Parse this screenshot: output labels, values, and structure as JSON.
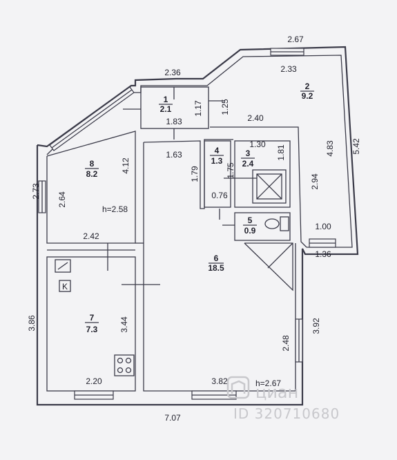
{
  "rooms": [
    {
      "number": "1",
      "area": "2.1"
    },
    {
      "number": "2",
      "area": "9.2"
    },
    {
      "number": "3",
      "area": "2.4"
    },
    {
      "number": "4",
      "area": "1.3"
    },
    {
      "number": "5",
      "area": "0.9"
    },
    {
      "number": "6",
      "area": "18.5"
    },
    {
      "number": "7",
      "area": "7.3"
    },
    {
      "number": "8",
      "area": "8.2"
    }
  ],
  "dimensions": {
    "top_right": "2.67",
    "top_room1": "2.36",
    "room2_width": "2.33",
    "room1_side_a": "1.17",
    "room1_side_b": "1.25",
    "room1_bottom": "1.83",
    "corridor_top": "2.40",
    "room4_top": "1.63",
    "room3_top": "1.30",
    "room3_side": "1.81",
    "room2_left": "2.94",
    "room2_right": "4.83",
    "outer_right": "5.42",
    "room8_right": "4.12",
    "room8_left": "2.64",
    "outer_left_top": "2.73",
    "room4_side": "1.79",
    "room3_inner": "1.75",
    "room4_bottom": "0.76",
    "room5_right": "1.00",
    "room2_bottom": "1.36",
    "room8_bottom": "2.42",
    "room7_right": "3.44",
    "outer_left_bottom": "3.86",
    "room6_right_upper": "3.92",
    "room6_right_lower": "2.48",
    "room7_bottom": "2.20",
    "room6_bottom": "3.82",
    "outer_bottom": "7.07"
  },
  "heights": {
    "room8": "h=2.58",
    "room6": "h=2.67"
  },
  "fixtures": {
    "kitchen_label": "K"
  },
  "watermark": {
    "brand": "циан",
    "id": "ID 320710680"
  }
}
